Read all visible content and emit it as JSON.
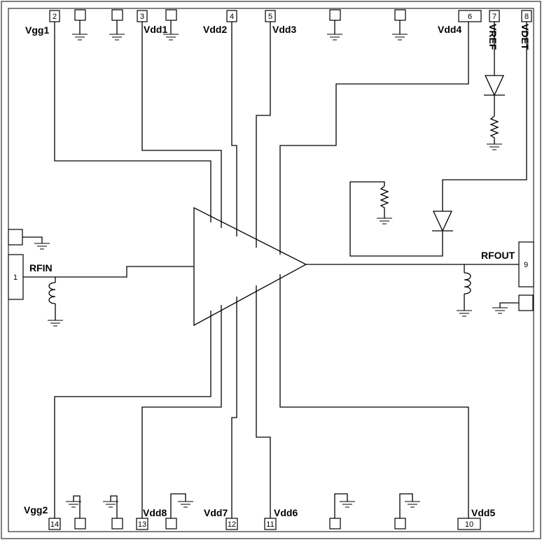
{
  "labels": {
    "vgg1": "Vgg1",
    "vdd1": "Vdd1",
    "vdd2": "Vdd2",
    "vdd3": "Vdd3",
    "vdd4": "Vdd4",
    "vref": "VREF",
    "vdet": "VDET",
    "rfin": "RFIN",
    "rfout": "RFOUT",
    "vgg2": "Vgg2",
    "vdd8": "Vdd8",
    "vdd7": "Vdd7",
    "vdd6": "Vdd6",
    "vdd5": "Vdd5"
  },
  "pins": {
    "p1": "1",
    "p2": "2",
    "p3": "3",
    "p4": "4",
    "p5": "5",
    "p6": "6",
    "p7": "7",
    "p8": "8",
    "p9": "9",
    "p10": "10",
    "p11": "11",
    "p12": "12",
    "p13": "13",
    "p14": "14"
  }
}
